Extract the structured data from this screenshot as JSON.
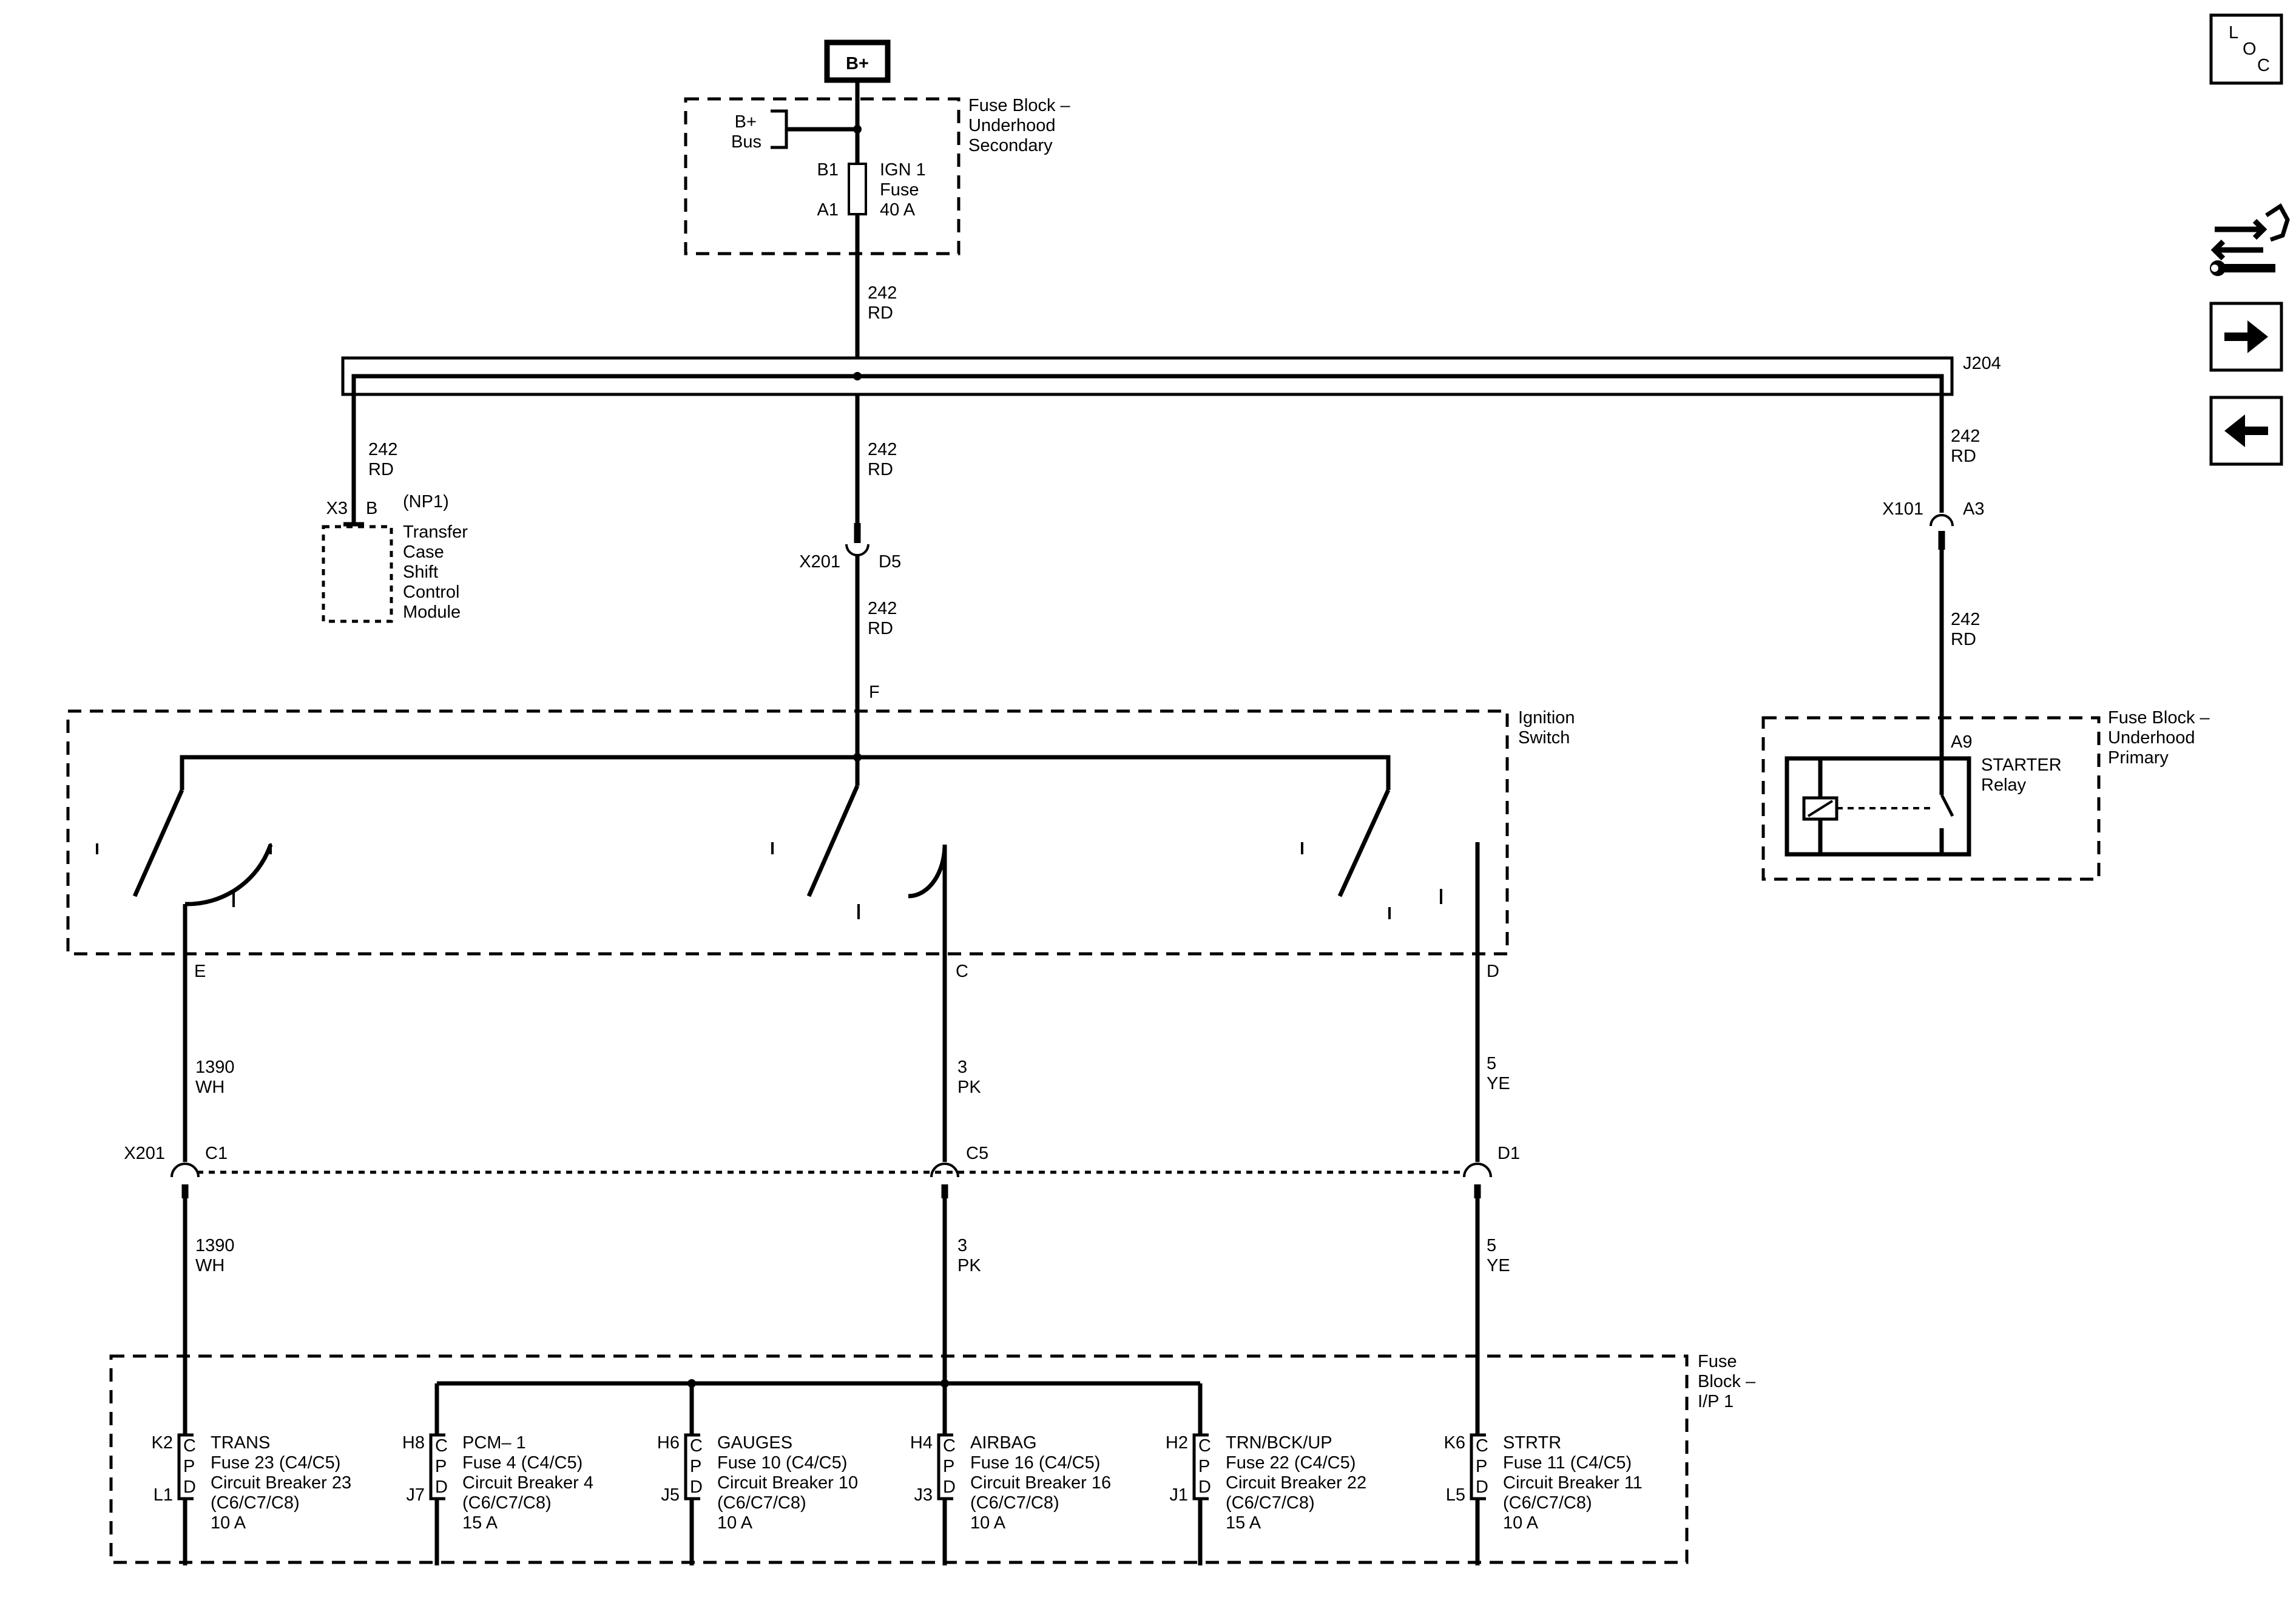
{
  "power": {
    "source": "B+",
    "bus": [
      "B+",
      "Bus"
    ]
  },
  "fuse_block_underhood_secondary": {
    "title": [
      "Fuse Block –",
      "Underhood",
      "Secondary"
    ],
    "fuse": {
      "top_pin": "B1",
      "bottom_pin": "A1",
      "label": [
        "IGN 1",
        "Fuse",
        "40 A"
      ]
    }
  },
  "wires": {
    "main": [
      "242",
      "RD"
    ],
    "left_branch": [
      "242",
      "RD"
    ],
    "center_branch": [
      "242",
      "RD"
    ],
    "center_after_x201": [
      "242",
      "RD"
    ],
    "right_branch": [
      "242",
      "RD"
    ],
    "right_after_x101": [
      "242",
      "RD"
    ],
    "ign_e_upper": [
      "1390",
      "WH"
    ],
    "ign_e_lower": [
      "1390",
      "WH"
    ],
    "ign_c_upper": [
      "3",
      "PK"
    ],
    "ign_c_lower": [
      "3",
      "PK"
    ],
    "ign_d_upper": [
      "5",
      "YE"
    ],
    "ign_d_lower": [
      "5",
      "YE"
    ]
  },
  "splice": "J204",
  "transfer_case": {
    "connector": "X3",
    "pin": "B",
    "option": "(NP1)",
    "label": [
      "Transfer",
      "Case",
      "Shift",
      "Control",
      "Module"
    ]
  },
  "x201_d5": {
    "connector": "X201",
    "pin": "D5"
  },
  "x101_a3": {
    "connector": "X101",
    "pin": "A3"
  },
  "ignition_switch": {
    "label": [
      "Ignition",
      "Switch"
    ],
    "input_pin": "F",
    "outputs": [
      "E",
      "C",
      "D"
    ]
  },
  "fuse_block_underhood_primary": {
    "title": [
      "Fuse Block –",
      "Underhood",
      "Primary"
    ],
    "pin": "A9",
    "relay": [
      "STARTER",
      "Relay"
    ]
  },
  "x201_row": {
    "connector": "X201",
    "pins": [
      "C1",
      "C5",
      "D1"
    ]
  },
  "fuse_block_ip1": {
    "title": [
      "Fuse",
      "Block –",
      "I/P 1"
    ],
    "cpd": [
      "C",
      "P",
      "D"
    ],
    "fuses": [
      {
        "top_pin": "K2",
        "bottom_pin": "L1",
        "lines": [
          "TRANS",
          "Fuse 23 (C4/C5)",
          "Circuit Breaker 23",
          "(C6/C7/C8)",
          "10 A"
        ]
      },
      {
        "top_pin": "H8",
        "bottom_pin": "J7",
        "lines": [
          "PCM– 1",
          "Fuse 4 (C4/C5)",
          "Circuit Breaker 4",
          "(C6/C7/C8)",
          "15 A"
        ]
      },
      {
        "top_pin": "H6",
        "bottom_pin": "J5",
        "lines": [
          "GAUGES",
          "Fuse 10 (C4/C5)",
          "Circuit Breaker 10",
          "(C6/C7/C8)",
          "10 A"
        ]
      },
      {
        "top_pin": "H4",
        "bottom_pin": "J3",
        "lines": [
          "AIRBAG",
          "Fuse 16 (C4/C5)",
          "Circuit Breaker 16",
          "(C6/C7/C8)",
          "10 A"
        ]
      },
      {
        "top_pin": "H2",
        "bottom_pin": "J1",
        "lines": [
          "TRN/BCK/UP",
          "Fuse 22 (C4/C5)",
          "Circuit Breaker 22",
          "(C6/C7/C8)",
          "15 A"
        ]
      },
      {
        "top_pin": "K6",
        "bottom_pin": "L5",
        "lines": [
          "STRTR",
          "Fuse 11 (C4/C5)",
          "Circuit Breaker 11",
          "(C6/C7/C8)",
          "10 A"
        ]
      }
    ]
  },
  "side_panel": {
    "loc": [
      "L",
      "O",
      "C"
    ],
    "icons": [
      "tools-icon",
      "arrow-right-icon",
      "arrow-left-icon"
    ]
  }
}
